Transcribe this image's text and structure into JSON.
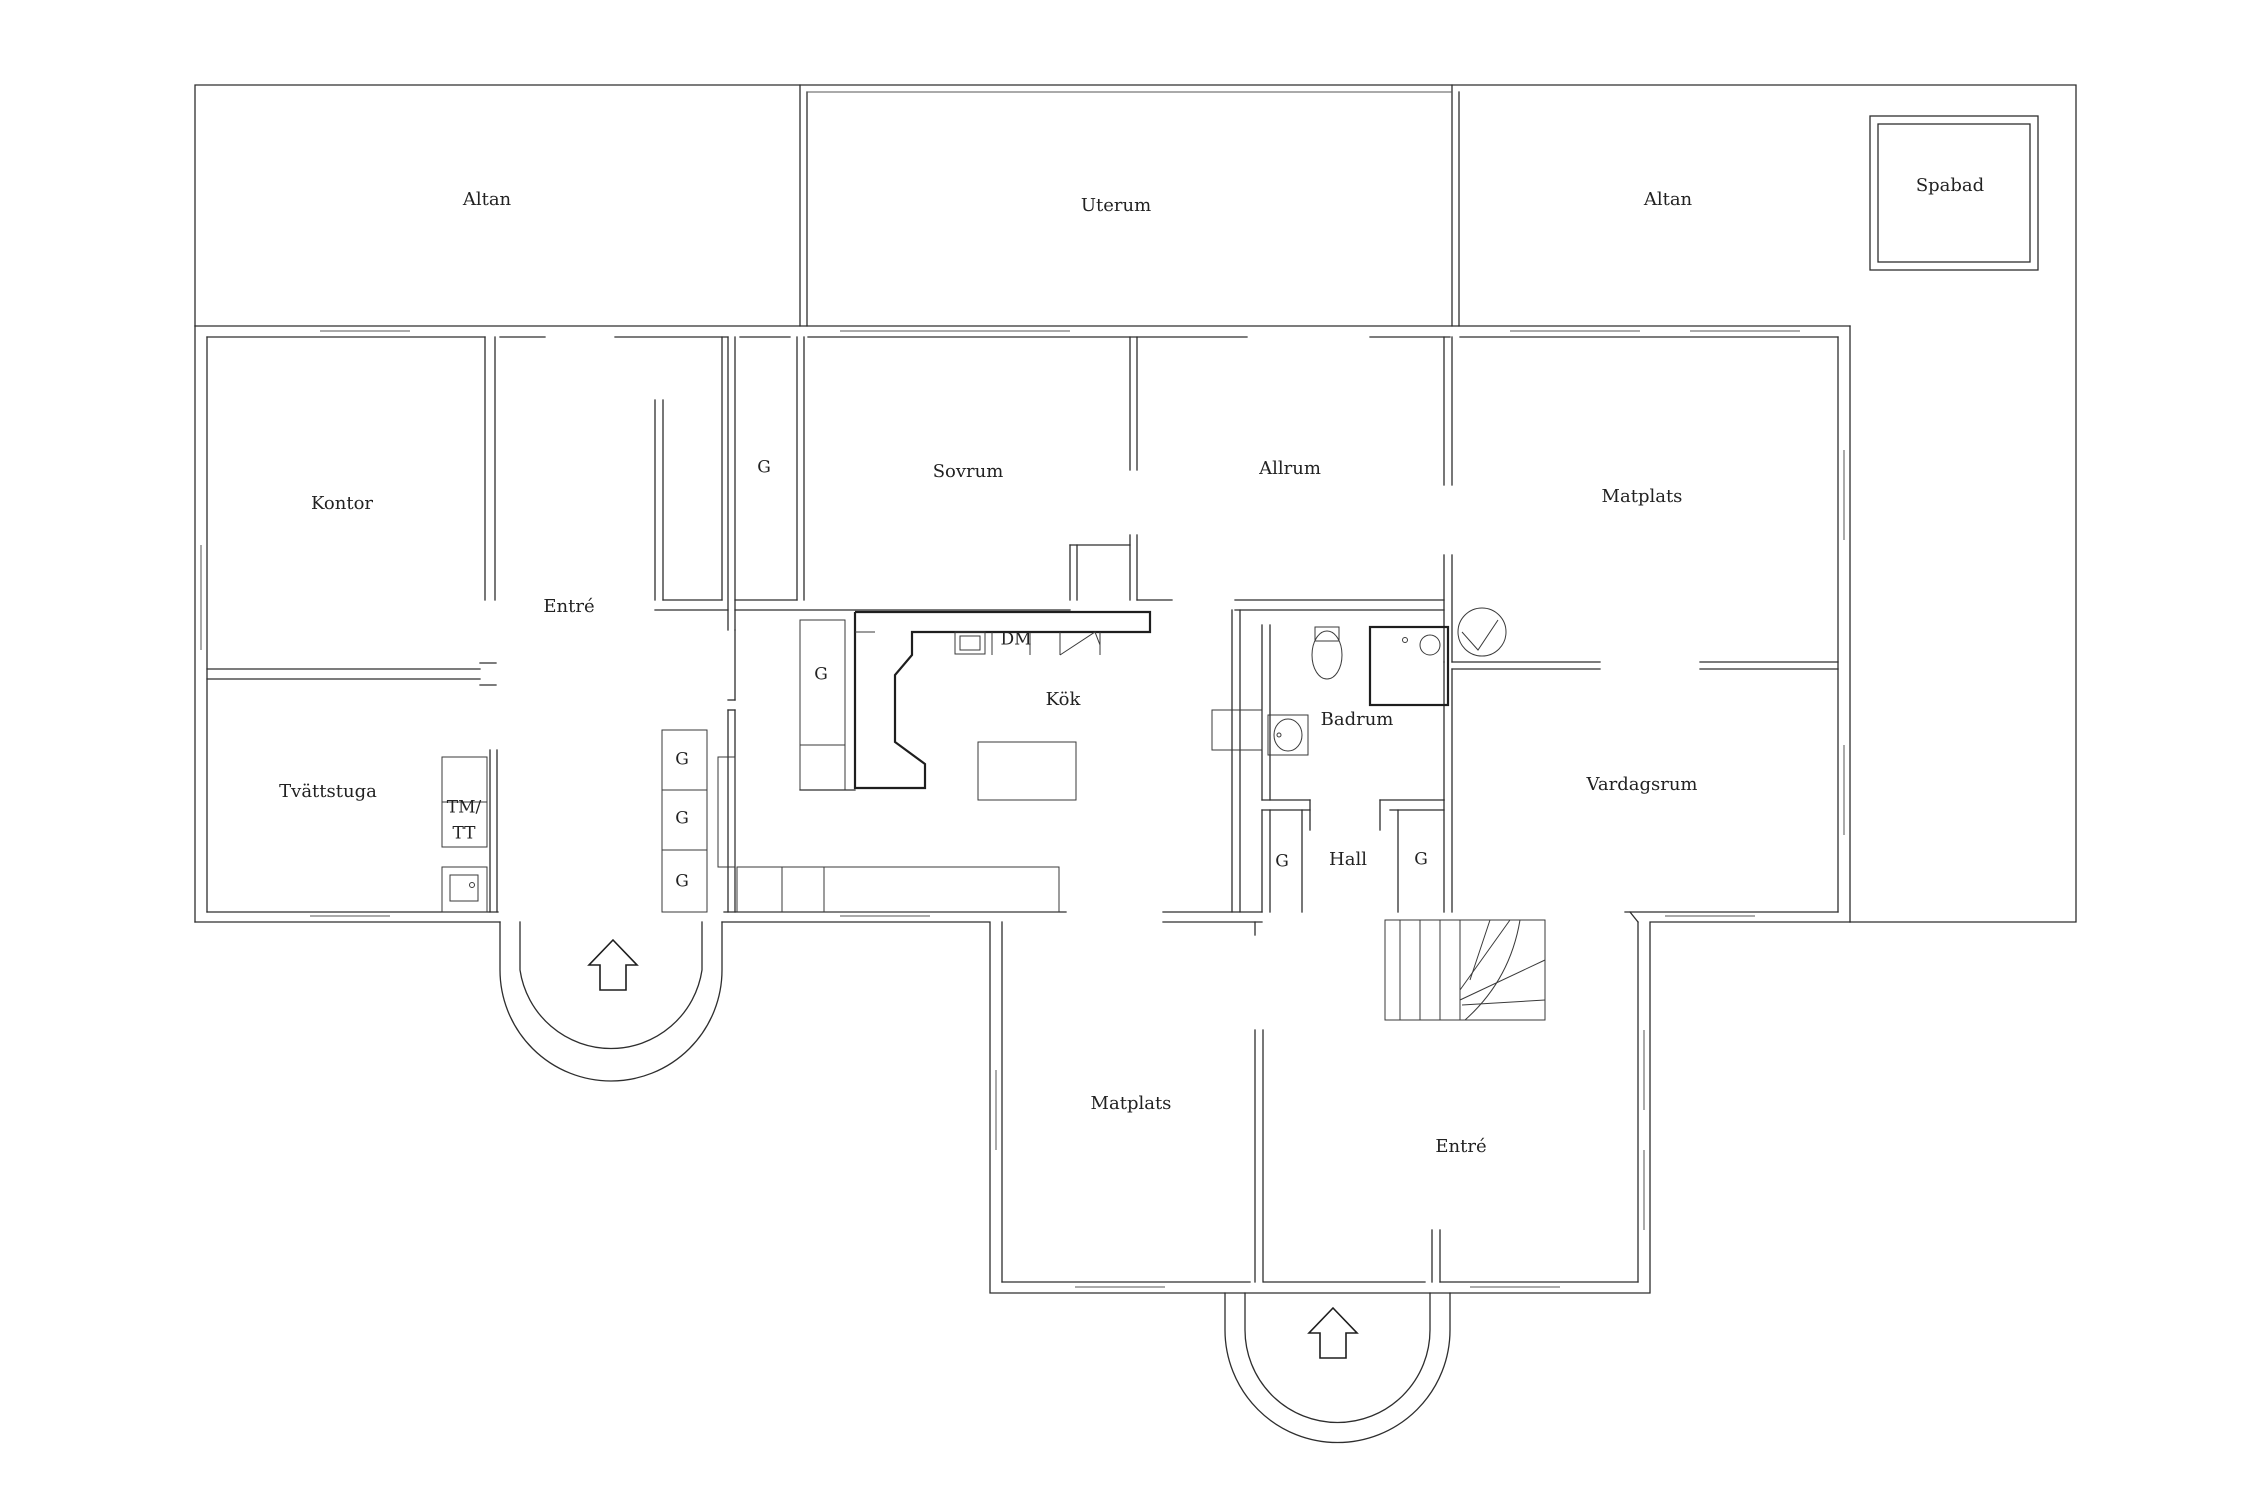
{
  "rooms": {
    "altan_west": "Altan",
    "uterum": "Uterum",
    "altan_east": "Altan",
    "spabad": "Spabad",
    "kontor": "Kontor",
    "entre_west": "Entré",
    "sovrum": "Sovrum",
    "allrum": "Allrum",
    "matplats_north": "Matplats",
    "kok": "Kök",
    "badrum": "Badrum",
    "tvattstuga": "Tvättstuga",
    "vardagsrum": "Vardagsrum",
    "hall": "Hall",
    "matplats_south": "Matplats",
    "entre_south": "Entré"
  },
  "fixtures": {
    "wardrobe_label": "G",
    "dishwasher": "DM",
    "laundry_line1": "TM/",
    "laundry_line2": "TT"
  },
  "icons": {
    "entrance_arrow": "up-arrow",
    "toilet": "toilet",
    "sink": "sink",
    "shower": "shower",
    "fireplace": "fireplace",
    "stairs": "staircase"
  }
}
